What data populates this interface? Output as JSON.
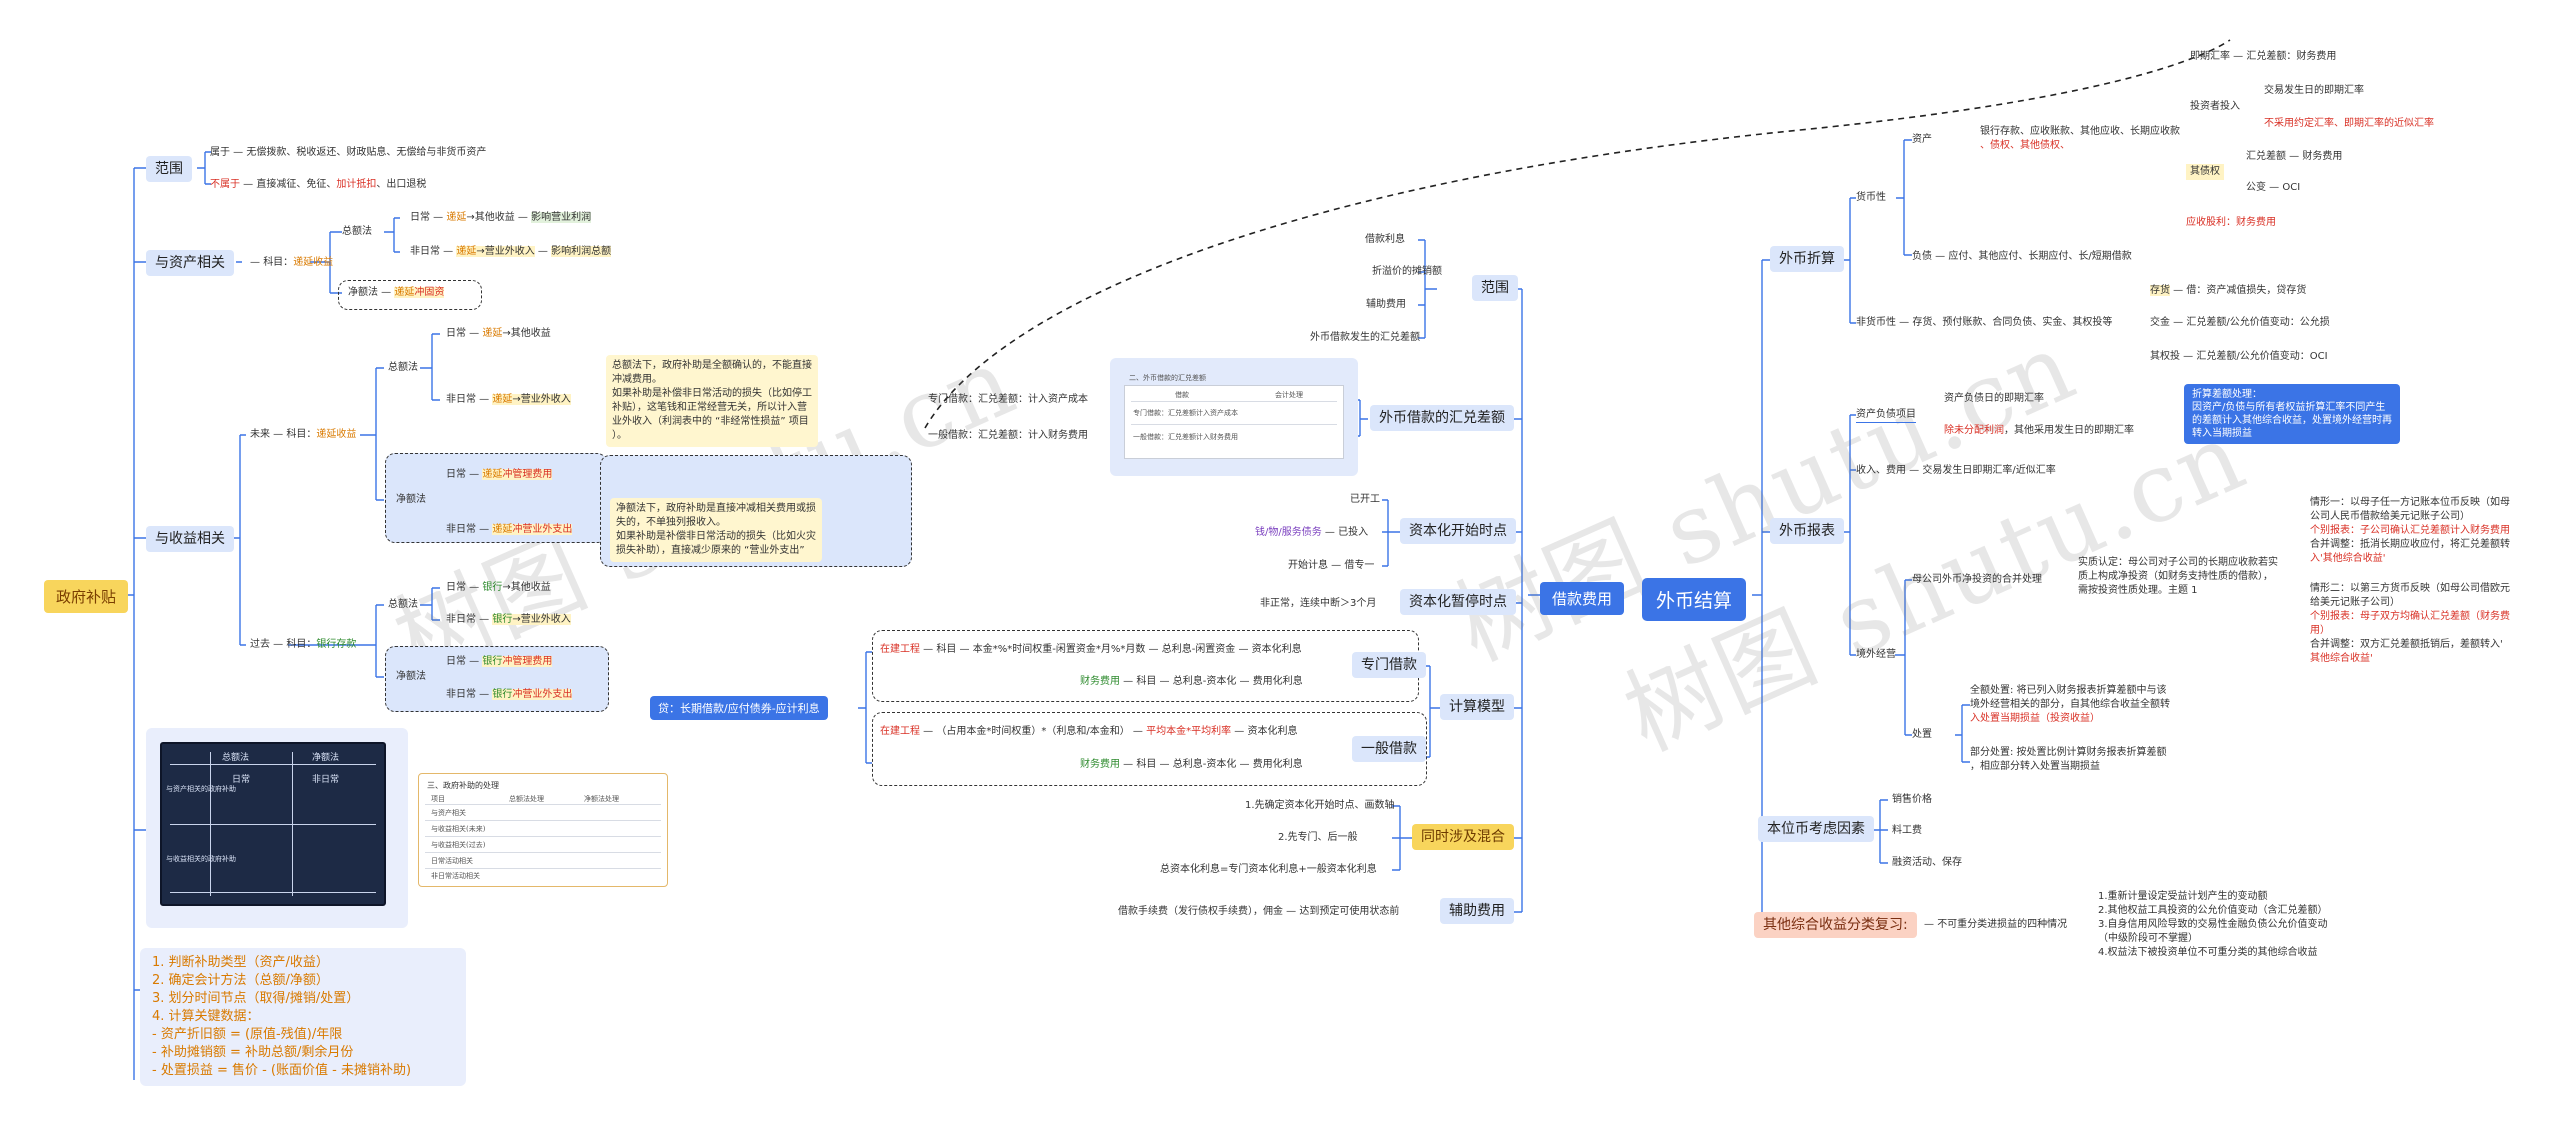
{
  "watermarks": [
    "树图 shutu.cn",
    "树图 shutu.cn",
    "树图 shutu.cn"
  ],
  "gov": {
    "root": "政府补贴",
    "scope": {
      "title": "范围",
      "belong_k": "属于",
      "belong_v": "无偿拨款、税收返还、财政贴息、无偿给与非货币资产",
      "notbelong_k": "不属于",
      "notbelong_v1": "直接减征、免征、",
      "notbelong_v2": "加计抵扣",
      "notbelong_v3": "、出口退税"
    },
    "asset": {
      "title": "与资产相关",
      "subject": "科目：",
      "subject_v": "递延收益",
      "gross": "总额法",
      "daily": "日常",
      "daily_v1": "递延",
      "daily_v2": "→其他收益",
      "daily_v3": "影响营业利润",
      "nondaily": "非日常",
      "nondaily_v1": "递延",
      "nondaily_v2": "→营业外收入",
      "nondaily_v3": "影响利润总额",
      "net": "净额法",
      "net_v1": "递延",
      "net_v2": "冲固资"
    },
    "income": {
      "title": "与收益相关",
      "future": "未来",
      "future_subject": "科目：",
      "future_subject_v": "递延收益",
      "gross": "总额法",
      "daily": "日常",
      "daily_v1": "递延",
      "daily_v2": "→其他收益",
      "nondaily": "非日常",
      "nondaily_v1": "递延",
      "nondaily_v2": "→营业外收入",
      "note1": [
        "总额法下，政府补助是全额确认的，不能直接",
        "冲减费用。",
        "如果补助是补偿非日常活动的损失（比如停工",
        "补贴），这笔钱和正常经营无关，所以计入营",
        "业外收入（利润表中的 “非经常性损益” 项目",
        "）。"
      ],
      "net": "净额法",
      "net_daily": "日常",
      "net_daily_v1": "递延",
      "net_daily_v2": "冲管理费用",
      "net_nondaily": "非日常",
      "net_nondaily_v1": "递延",
      "net_nondaily_v2": "冲营业外支出",
      "note2": [
        "净额法下，政府补助是直接冲减相关费用或损",
        "失的，不单独列报收入。",
        "如果补助是补偿非日常活动的损失（比如火灾",
        "损失补助），直接减少原来的 “营业外支出”"
      ],
      "past": "过去",
      "past_subject": "科目：",
      "past_subject_v": "银行存款",
      "p_gross": "总额法",
      "p_daily": "日常",
      "p_daily_v1": "银行",
      "p_daily_v2": "→其他收益",
      "p_nondaily": "非日常",
      "p_nondaily_v1": "银行",
      "p_nondaily_v2": "→营业外收入",
      "p_net": "净额法",
      "p_net_daily": "日常",
      "p_net_daily_v1": "银行",
      "p_net_daily_v2": "冲管理费用",
      "p_net_nondaily": "非日常",
      "p_net_nondaily_v1": "银行",
      "p_net_nondaily_v2": "冲营业外支出"
    },
    "board": {
      "labels": [
        "与资产相关的政府补助",
        "与收益相关的政府补助",
        "总额法",
        "净额法",
        "日常",
        "非日常"
      ]
    },
    "sheet": {
      "title": "三、政府补助的处理",
      "headers": [
        "项目",
        "总额法处理",
        "净额法处理"
      ],
      "rows": [
        "与资产相关",
        "与收益相关(未来)",
        "与收益相关(过去)",
        "日常活动相关",
        "非日常活动相关"
      ]
    },
    "steps": [
      "1. 判断补助类型（资产/收益）",
      "2. 确定会计方法（总额/净额）",
      "3. 划分时间节点（取得/摊销/处置）",
      "4. 计算关键数据：",
      "  - 资产折旧额 = (原值-残值)/年限",
      "  - 补助摊销额 = 补助总额/剩余月份",
      "  - 处置损益 = 售价 - (账面价值 - 未摊销补助)"
    ]
  },
  "borrow": {
    "root": "借款费用",
    "scope": {
      "title": "范围",
      "items": [
        "借款利息",
        "折溢价的摊销额",
        "辅助费用",
        "外币借款发生的汇兑差额"
      ]
    },
    "fx": {
      "title": "外币借款的汇兑差额",
      "special": "专门借款：汇兑差额：计入资产成本",
      "general": "一般借款：汇兑差额：计入财务费用",
      "table_title": "二、外币借款的汇兑差额",
      "table_headers": [
        "借款",
        "会计处理"
      ],
      "table_rows": [
        "专门借款：汇兑差额计入资产成本",
        "一般借款：汇兑差额计入财务费用"
      ]
    },
    "start": {
      "title": "资本化开始时点",
      "a": "已开工",
      "b_label": "钱/物/服务债务",
      "b_v": "已投入",
      "c_label": "开始计息",
      "c_v": "借专一"
    },
    "pause": {
      "title": "资本化暂停时点",
      "v": "非正常，连续中断＞3个月"
    },
    "calc": {
      "title": "计算模型",
      "loan": "贷：长期借款/应付债券-应计利息",
      "special_title": "专门借款",
      "s_row1": [
        "在建工程",
        "科目",
        "本金*%*时间权重-闲置资金*月%*月数",
        "总利息-闲置资金",
        "资本化利息"
      ],
      "s_row2": [
        "财务费用",
        "科目",
        "总利息-资本化",
        "费用化利息"
      ],
      "general_title": "一般借款",
      "g_row1": [
        "在建工程",
        "（占用本金*时间权重）*（利息和/本金和）",
        "平均本金*平均利率",
        "资本化利息"
      ],
      "g_row2": [
        "财务费用",
        "科目",
        "总利息-资本化",
        "费用化利息"
      ]
    },
    "mixed": {
      "title": "同时涉及混合",
      "items": [
        "1.先确定资本化开始时点、画数轴",
        "2.先专门、后一般",
        "总资本化利息=专门资本化利息+一般资本化利息"
      ]
    },
    "aux": {
      "title": "辅助费用",
      "v1": "借款手续费（发行债权手续费），佣金",
      "v2": "达到预定可使用状态前"
    }
  },
  "forex": {
    "root": "外币结算",
    "translate": {
      "title": "外币折算",
      "monetary": "货币性",
      "assets": "资产",
      "assets_v1": "银行存款、应收账款、其他应收、长期应收款",
      "assets_v2": "、债权、其他债权、",
      "liab": "负债",
      "liab_v": "应付、其他应付、长期应付、长/短期借款",
      "rate1": "即期汇率",
      "rate1_v": "汇兑差额：财务费用",
      "invest_in": "投资者投入",
      "invest_v1": "交易发生日的即期汇率",
      "invest_v2": "不采用约定汇率、即期汇率的近似汇率",
      "other_debt": "其债权",
      "diff": "汇兑差额",
      "diff_v": "财务费用",
      "fair": "公变",
      "fair_v": "OCI",
      "div": "应收股利：",
      "div_v": "财务费用",
      "nonmonetary": "非货币性",
      "nonmon_v": "存货、预付账款、合同负债、实金、其权投等",
      "inv": "存货",
      "inv_v": "借：资产减值损失，贷存货",
      "cash": "交金",
      "cash_v": "汇兑差额/公允价值变动：公允损",
      "equity": "其权投",
      "equity_v": "汇兑差额/公允价值变动：OCI"
    },
    "report": {
      "title": "外币报表",
      "al": "资产负债项目",
      "al_v1": "资产负债日的即期汇率",
      "al_v2a": "除未分配利润",
      "al_v2b": "，其他采用发生日的即期汇率",
      "note": [
        "折算差额处理：",
        "因资产/负债与所有者权益折算汇率不同产生",
        "的差额计入其他综合收益，处置境外经营时再",
        "转入当期损益"
      ],
      "income": "收入、费用",
      "income_v": "交易发生日即期汇率/近似汇率",
      "abroad": "境外经营",
      "consol": "母公司外币净投资的合并处理",
      "real": [
        "实质认定：母公司对子公司的长期应收款若实",
        "质上构成净投资（如财务支持性质的借款），",
        "需按投资性质处理。主题 1"
      ],
      "case1": [
        "情形一：以母子任一方记账本位币反映（如母",
        "公司人民币借款给美元记账子公司）",
        "个别报表：子公司确认汇兑差额计入财务费用",
        "合并调整：抵消长期应收应付，将汇兑差额转",
        "入'其他综合收益'"
      ],
      "case2": [
        "情形二：以第三方货币反映（如母公司借欧元",
        "给美元记账子公司）",
        "个别报表：母子双方均确认汇兑差额（财务费",
        "用）",
        "合并调整：双方汇兑差额抵销后，差额转入'",
        "其他综合收益'"
      ],
      "dispose": "处置",
      "disp1": [
        "全额处置: 将已列入财务报表折算差额中与该",
        "境外经营相关的部分，自其他综合收益全额转",
        "入处置当期损益（投资收益）"
      ],
      "disp2": [
        "部分处置: 按处置比例计算财务报表折算差额",
        "，相应部分转入处置当期损益"
      ]
    },
    "base": {
      "title": "本位币考虑因素",
      "items": [
        "销售价格",
        "料工费",
        "融资活动、保存"
      ]
    },
    "oci": {
      "title": "其他综合收益分类复习:",
      "label": "不可重分类进损益的四种情况",
      "items": [
        "1.重新计量设定受益计划产生的变动额",
        "2.其他权益工具投资的公允价值变动（含汇兑差额）",
        "3.自身信用风险导致的交易性金融负债公允价值变动",
        "（中级阶段可不掌握）",
        "4.权益法下被投资单位不可重分类的其他综合收益"
      ]
    }
  }
}
